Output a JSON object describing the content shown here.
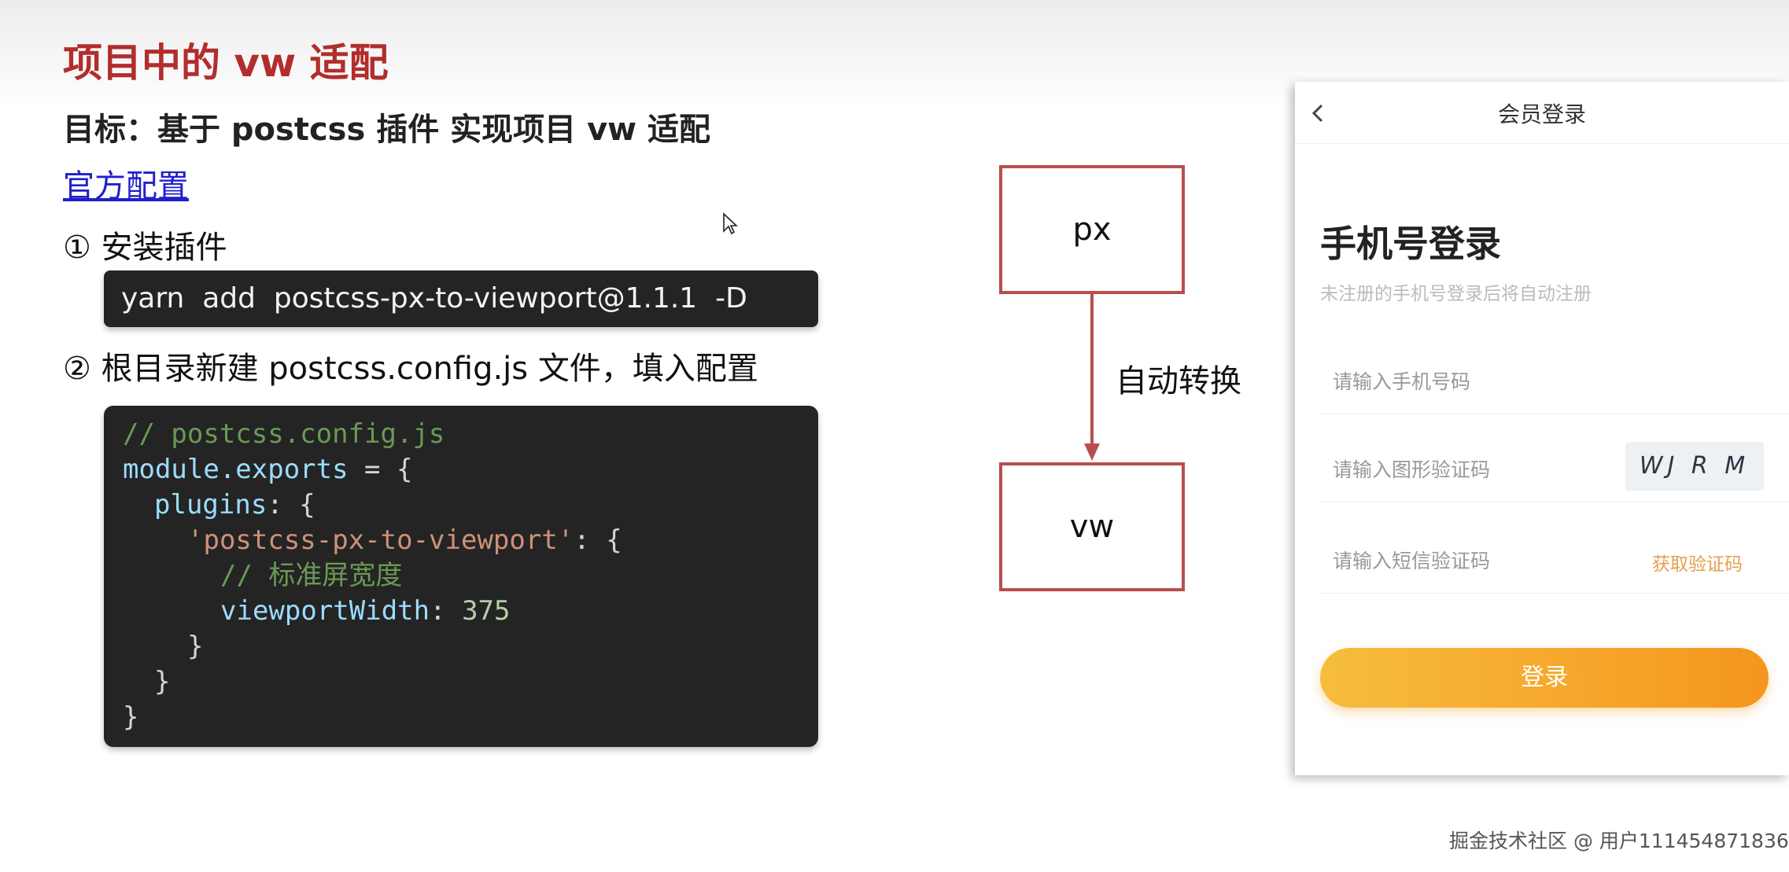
{
  "slide": {
    "title": "项目中的 vw 适配",
    "goal": "目标：基于 postcss 插件 实现项目 vw 适配",
    "link": "官方配置",
    "step1": "① 安装插件",
    "command": "yarn  add  postcss-px-to-viewport@1.1.1  -D",
    "step2": "② 根目录新建 postcss.config.js 文件，填入配置",
    "code": {
      "l1": "// postcss.config.js",
      "l2a": "module.exports",
      "l2b": " = {",
      "l3a": "plugins",
      "l3b": ": {",
      "l4a": "'postcss-px-to-viewport'",
      "l4b": ": {",
      "l5": "// 标准屏宽度",
      "l6a": "viewportWidth",
      "l6b": ": ",
      "l6c": "375",
      "l7": "}",
      "l8": "}",
      "l9": "}"
    }
  },
  "diagram": {
    "from": "px",
    "to": "vw",
    "arrow_label": "自动转换",
    "line_color": "#b84e4e"
  },
  "phone": {
    "header_title": "会员登录",
    "back_icon": "chevron-left-icon",
    "heading": "手机号登录",
    "subtitle": "未注册的手机号登录后将自动注册",
    "phone_placeholder": "请输入手机号码",
    "captcha_placeholder": "请输入图形验证码",
    "captcha_text": "WJ R M",
    "sms_placeholder": "请输入短信验证码",
    "get_code": "获取验证码",
    "login_button": "登录",
    "accent": "#f5961e"
  },
  "watermark": "掘金技术社区 @ 用户111454871836"
}
